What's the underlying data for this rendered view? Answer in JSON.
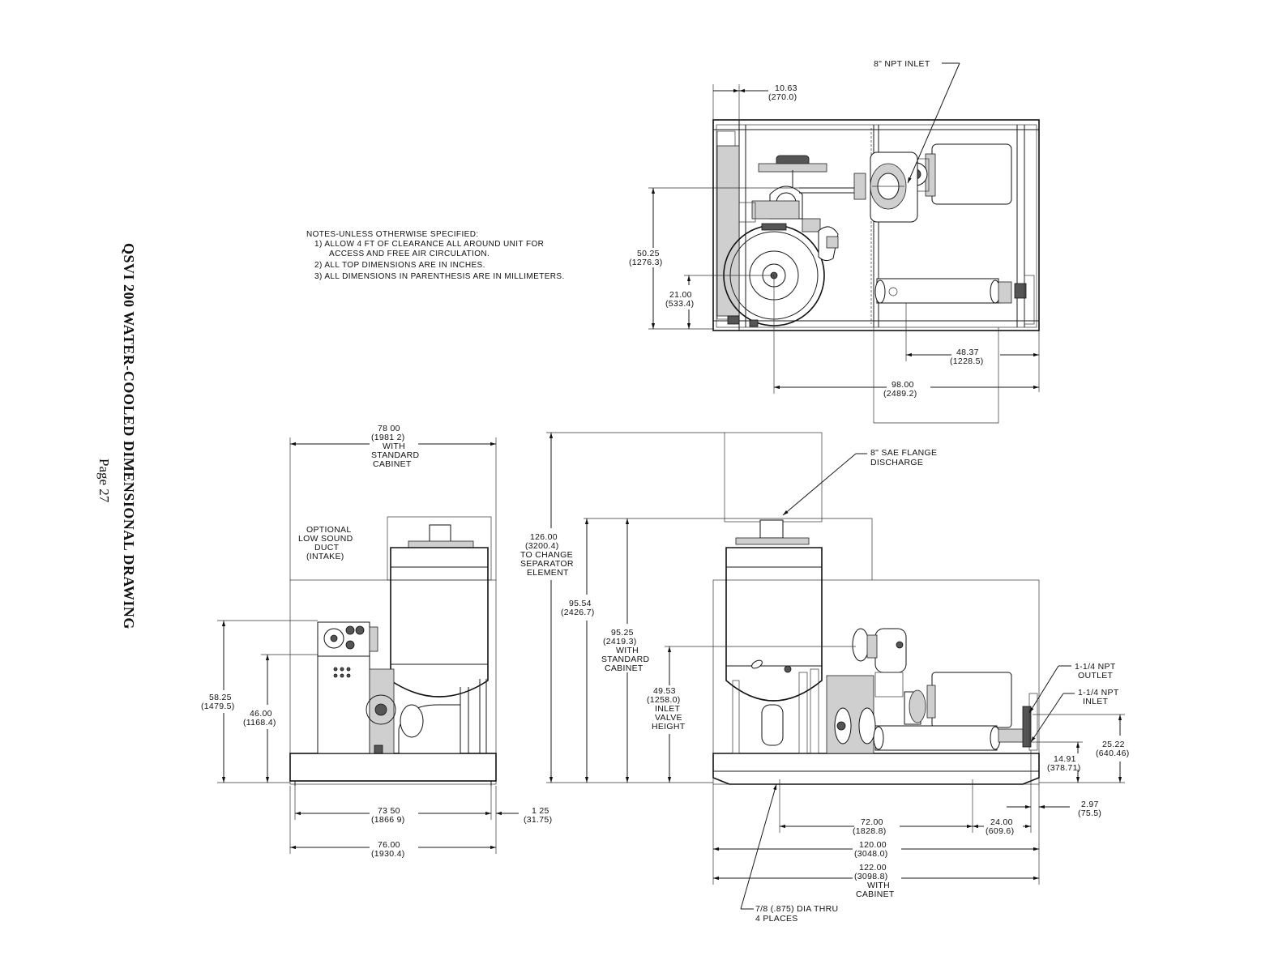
{
  "sheet": {
    "title": "QSVI 200 WATER-COOLED DIMENSIONAL DRAWING",
    "page": "Page 27"
  },
  "notes": {
    "heading": "NOTES-UNLESS OTHERWISE SPECIFIED:",
    "items": [
      "1) ALLOW 4 FT OF CLEARANCE ALL AROUND UNIT FOR",
      "ACCESS AND FREE AIR CIRCULATION.",
      "2) ALL TOP DIMENSIONS ARE IN INCHES.",
      "3) ALL DIMENSIONS IN PARENTHESIS ARE IN MILLIMETERS."
    ]
  },
  "top_view": {
    "inlet_callout": "8\" NPT INLET",
    "dims": {
      "d1063": [
        "10.63",
        "(270.0)"
      ],
      "d5025": [
        "50.25",
        "(1276.3)"
      ],
      "d2100": [
        "21.00",
        "(533.4)"
      ],
      "d4837": [
        "48.37",
        "(1228.5)"
      ],
      "d9800": [
        "98.00",
        "(2489.2)"
      ]
    }
  },
  "end_view": {
    "duct_label": [
      "OPTIONAL",
      "LOW SOUND",
      "DUCT",
      "(INTAKE)"
    ],
    "dims": {
      "d7800": [
        "78 00",
        "(1981 2)",
        "WITH",
        "STANDARD",
        "CABINET"
      ],
      "d5825": [
        "58.25",
        "(1479.5)"
      ],
      "d4600": [
        "46.00",
        "(1168.4)"
      ],
      "d7350": [
        "73 50",
        "(1866 9)"
      ],
      "d125": [
        "1 25",
        "(31.75)"
      ],
      "d7600": [
        "76.00",
        "(1930.4)"
      ]
    }
  },
  "side_view": {
    "discharge_callout": [
      "8\" SAE FLANGE",
      "DISCHARGE"
    ],
    "outlet_callout": [
      "1-1/4 NPT",
      "OUTLET"
    ],
    "inlet_callout": [
      "1-1/4 NPT",
      "INLET"
    ],
    "hole_callout": [
      "7/8 (.875) DIA THRU",
      "4 PLACES"
    ],
    "dims": {
      "d12600": [
        "126.00",
        "(3200.4)",
        "TO CHANGE",
        "SEPARATOR",
        "ELEMENT"
      ],
      "d9554": [
        "95.54",
        "(2426.7)"
      ],
      "d9525": [
        "95.25",
        "(2419.3)",
        "WITH",
        "STANDARD",
        "CABINET"
      ],
      "d4953": [
        "49.53",
        "(1258.0)",
        "INLET",
        "VALVE",
        "HEIGHT"
      ],
      "d2522": [
        "25.22",
        "(640.46)"
      ],
      "d1491": [
        "14.91",
        "(378.71)"
      ],
      "d297": [
        "2.97",
        "(75.5)"
      ],
      "d7200": [
        "72.00",
        "(1828.8)"
      ],
      "d2400": [
        "24.00",
        "(609.6)"
      ],
      "d12000": [
        "120.00",
        "(3048.0)"
      ],
      "d12200": [
        "122.00",
        "(3098.8)",
        "WITH",
        "CABINET"
      ]
    }
  }
}
